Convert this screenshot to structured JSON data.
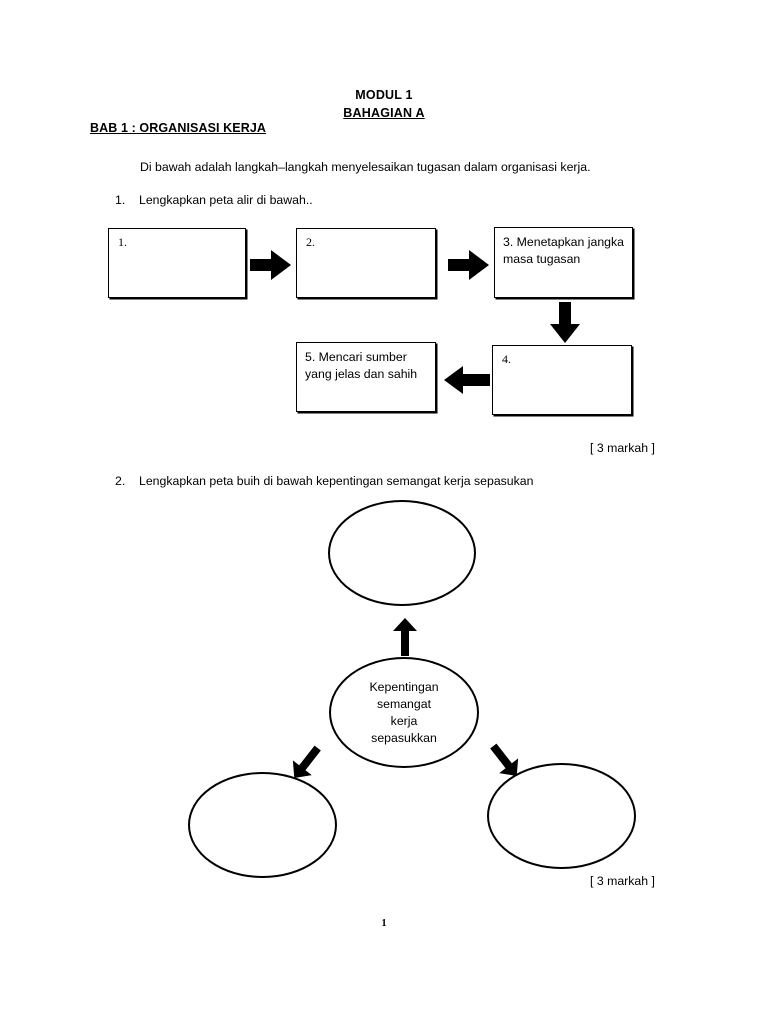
{
  "document": {
    "title": "MODUL 1",
    "subtitle": "BAHAGIAN  A",
    "chapter_heading": "BAB 1 : ORGANISASI  KERJA",
    "intro_text": "Di bawah adalah langkah–langkah menyelesaikan  tugasan  dalam organisasi kerja.",
    "page_number": "1"
  },
  "questions": [
    {
      "number": "1.",
      "text": "Lengkapkan peta alir di bawah..",
      "marks": "[ 3 markah ]"
    },
    {
      "number": "2.",
      "text": "Lengkapkan peta buih di bawah kepentingan semangat kerja sepasukan",
      "marks": "[ 3 markah ]"
    }
  ],
  "flow_chart": {
    "boxes": [
      {
        "id": "box1",
        "number": "1.",
        "text": ""
      },
      {
        "id": "box2",
        "number": "2.",
        "text": ""
      },
      {
        "id": "box3",
        "number": "",
        "text": "3. Menetapkan jangka masa tugasan"
      },
      {
        "id": "box4",
        "number": "4.",
        "text": ""
      },
      {
        "id": "box5",
        "number": "",
        "text": "5. Mencari sumber yang jelas dan sahih"
      }
    ],
    "arrows": [
      {
        "id": "arrow-1-2",
        "direction": "right"
      },
      {
        "id": "arrow-2-3",
        "direction": "right"
      },
      {
        "id": "arrow-3-4",
        "direction": "down"
      },
      {
        "id": "arrow-4-5",
        "direction": "left"
      }
    ]
  },
  "bubble_map": {
    "center_label": "Kepentingan\nsemangat\nkerja\nsepasukkan",
    "bubbles": [
      {
        "id": "bubble-top",
        "label": ""
      },
      {
        "id": "bubble-left",
        "label": ""
      },
      {
        "id": "bubble-right",
        "label": ""
      }
    ],
    "arrows": [
      {
        "id": "arrow-up",
        "direction": "up"
      },
      {
        "id": "arrow-downleft",
        "direction": "down-left"
      },
      {
        "id": "arrow-downright",
        "direction": "down-right"
      }
    ]
  },
  "colors": {
    "ink": "#000000",
    "paper": "#ffffff"
  }
}
